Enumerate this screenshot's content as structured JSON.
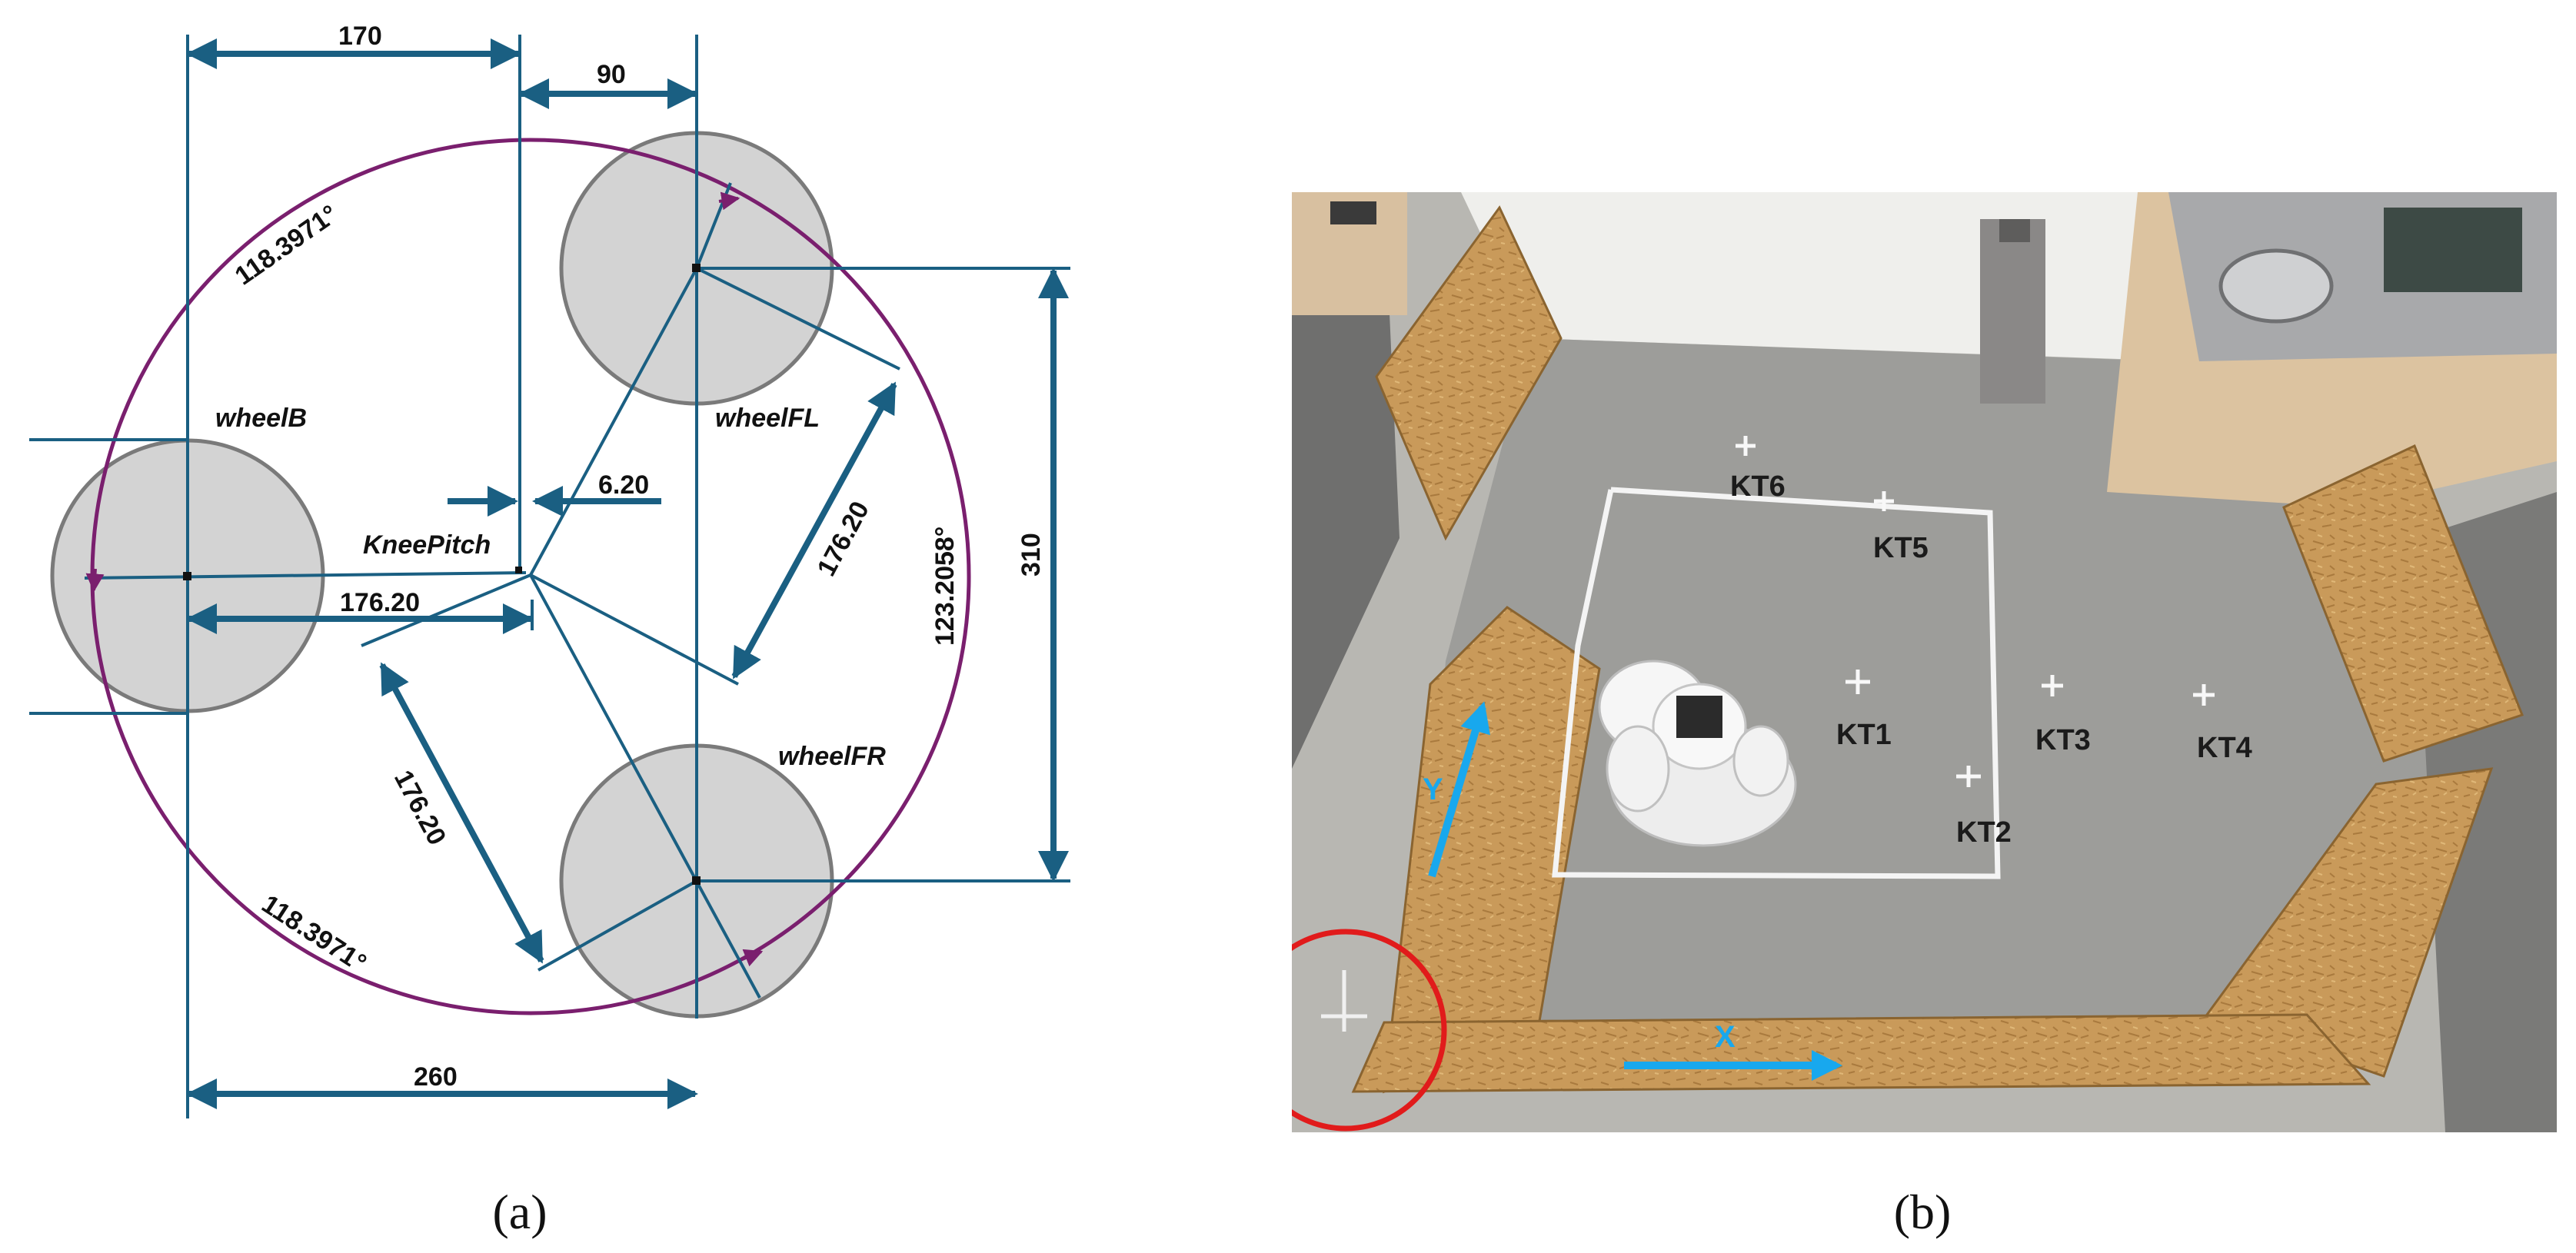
{
  "panel_a": {
    "caption": "(a)",
    "wheels": {
      "b": "wheelB",
      "fl": "wheelFL",
      "fr": "wheelFR"
    },
    "knee_label": "KneePitch",
    "dims": {
      "d170": "170",
      "d90": "90",
      "d620": "6.20",
      "d176_h": "176.20",
      "d176_fl": "176.20",
      "d176_fr": "176.20",
      "d310": "310",
      "d260": "260"
    },
    "angles": {
      "top": "118.3971°",
      "bottom": "118.3971°",
      "right": "123.2058°"
    }
  },
  "panel_b": {
    "caption": "(b)",
    "points": [
      "KT1",
      "KT2",
      "KT3",
      "KT4",
      "KT5",
      "KT6"
    ],
    "axis_x": "X",
    "axis_y": "Y"
  },
  "colors": {
    "dim_line": "#1a5f82",
    "arc": "#7a1f6e",
    "wheel_fill": "#d3d3d3",
    "wheel_stroke": "#7a7a7a",
    "floor": "#9d9d9a",
    "plywood": "#c99a5a",
    "tape": "#f4f4f4",
    "axis_arrow": "#18a8ee",
    "origin_circle": "#e11b1b"
  }
}
